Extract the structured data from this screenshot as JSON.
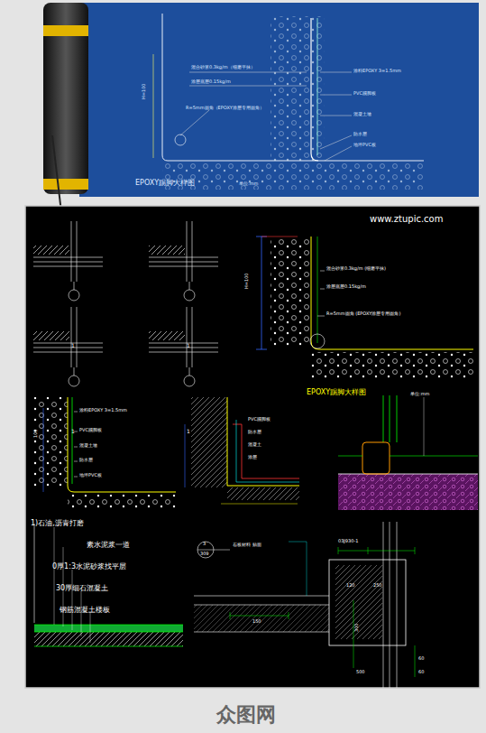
{
  "diagram": {
    "labels": [
      "EPOXY踢脚大样图",
      "单位:mm",
      "H=100",
      "混合砂浆0.3kg/m（细磨平抹）",
      "涂层底层0.15kg/m",
      "R=5mm圆角（EPOXY涂层专用圆角）",
      "涂料EPOXY 3=1.5mm",
      "PVC踢脚板",
      "混凝土墙",
      "防水层",
      "地坪PVC板",
      "www.ztupic.com",
      "1",
      "1",
      "1",
      "1",
      "H=100",
      "混合砂浆0.3kg/m (细磨平抹)",
      "涂层底层0.15kg/m",
      "R=5mm圆角 (EPOXY涂层专用圆角)",
      "EPOXY踢脚大样图",
      "单位:mm",
      "100",
      "涂料EPOXY 3=1.5mm",
      "PVC踢脚板",
      "混凝土墙",
      "防水层",
      "地坪PVC板",
      "防水层",
      "PVC踢脚板",
      "混凝土",
      "涂层",
      "1)石油,沥青打磨",
      "素水泥浆一道",
      "0厚1:3水泥砂浆找平层",
      "30厚细石混凝土",
      "钢筋混凝土楼板",
      "3",
      "309",
      "石板材料 贴面",
      "03J930-1",
      "120",
      "250",
      "150",
      "300",
      "500",
      "60",
      "60",
      "众图网"
    ]
  }
}
